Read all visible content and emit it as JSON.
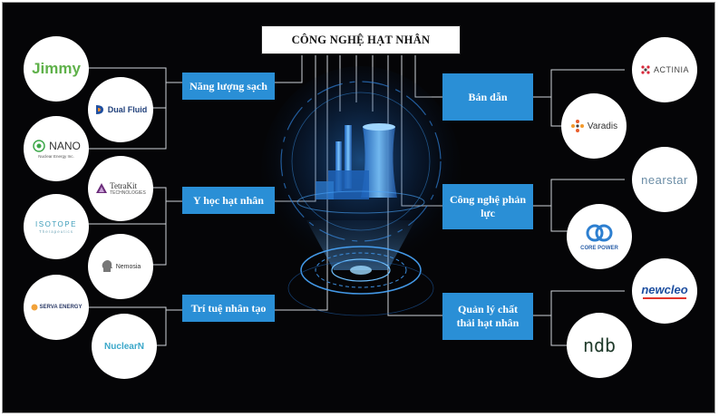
{
  "title": "CÔNG NGHỆ HẠT NHÂN",
  "categories": [
    {
      "label": "Năng lượng sạch"
    },
    {
      "label": "Y học hạt nhân"
    },
    {
      "label": "Trí tuệ nhân tạo"
    },
    {
      "label": "Bán dẫn"
    },
    {
      "label": "Công nghệ phản lực"
    },
    {
      "label": "Quản lý chất thải hạt nhân"
    }
  ],
  "companies": [
    {
      "name": "Jimmy"
    },
    {
      "name": "Dual Fluid"
    },
    {
      "name": "NANO",
      "subtitle": "Nuclear Energy Inc."
    },
    {
      "name": "TetraKit",
      "subtitle": "TECHNOLOGIES"
    },
    {
      "name": "ISOTOPE",
      "subtitle": "Therapeutics"
    },
    {
      "name": "Nemosia"
    },
    {
      "name": "SERVA ENERGY"
    },
    {
      "name": "NuclearN"
    },
    {
      "name": "ACTINIA"
    },
    {
      "name": "Varadis"
    },
    {
      "name": "nearstar"
    },
    {
      "name": "CORE POWER"
    },
    {
      "name": "newcleo"
    },
    {
      "name": "ndb"
    }
  ],
  "colors": {
    "background": "#050507",
    "category_box": "#2a8fd6",
    "title_box": "#ffffff",
    "connector": "#cfd3d8"
  }
}
